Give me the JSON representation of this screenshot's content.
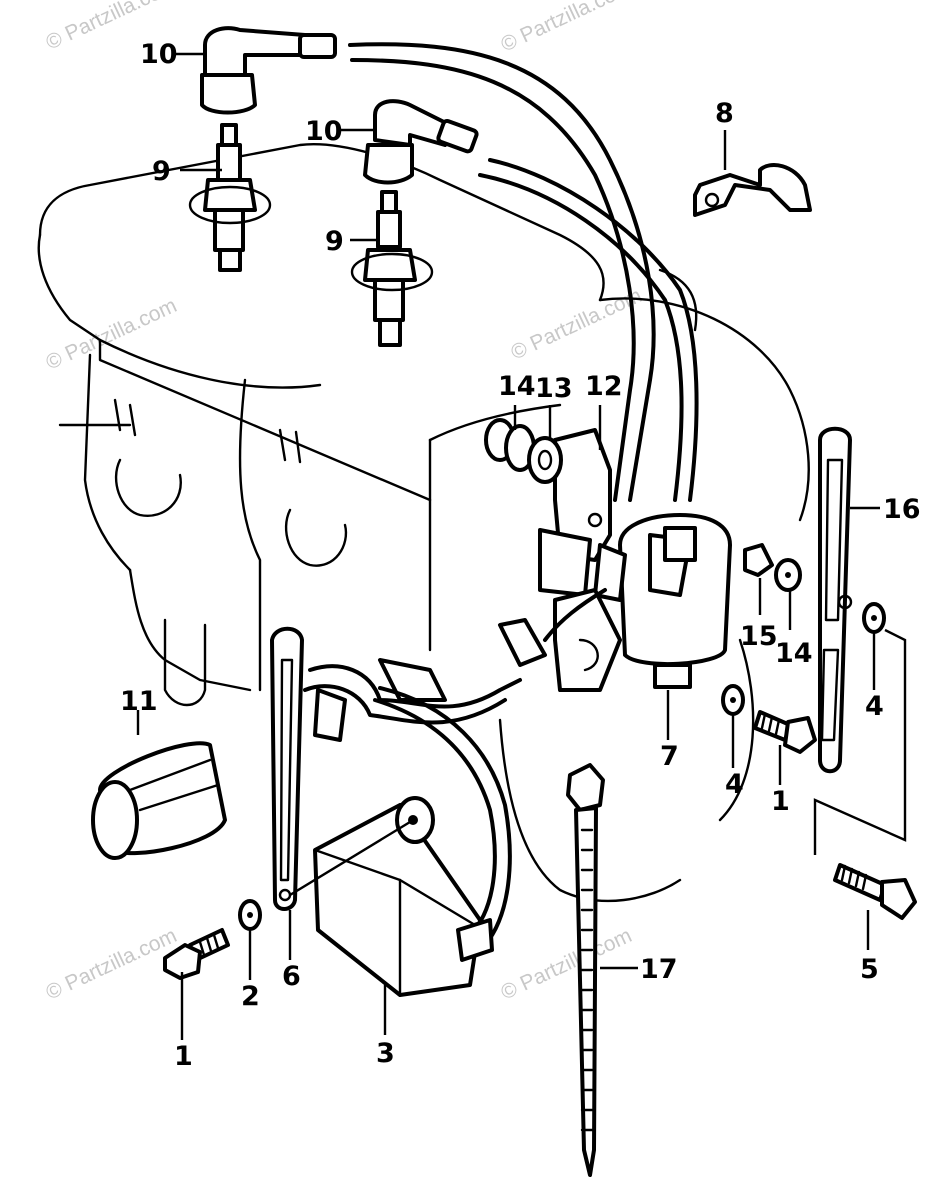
{
  "watermark": "© Partzilla.com",
  "callouts": [
    {
      "id": "c1a",
      "text": "1"
    },
    {
      "id": "c1b",
      "text": "1"
    },
    {
      "id": "c2",
      "text": "2"
    },
    {
      "id": "c3",
      "text": "3"
    },
    {
      "id": "c4a",
      "text": "4"
    },
    {
      "id": "c4b",
      "text": "4"
    },
    {
      "id": "c5",
      "text": "5"
    },
    {
      "id": "c6",
      "text": "6"
    },
    {
      "id": "c7",
      "text": "7"
    },
    {
      "id": "c8",
      "text": "8"
    },
    {
      "id": "c9a",
      "text": "9"
    },
    {
      "id": "c9b",
      "text": "9"
    },
    {
      "id": "c10a",
      "text": "10"
    },
    {
      "id": "c10b",
      "text": "10"
    },
    {
      "id": "c11",
      "text": "11"
    },
    {
      "id": "c12",
      "text": "12"
    },
    {
      "id": "c13",
      "text": "13"
    },
    {
      "id": "c14a",
      "text": "14"
    },
    {
      "id": "c14b",
      "text": "14"
    },
    {
      "id": "c15",
      "text": "15"
    },
    {
      "id": "c16",
      "text": "16"
    },
    {
      "id": "c17",
      "text": "17"
    }
  ]
}
